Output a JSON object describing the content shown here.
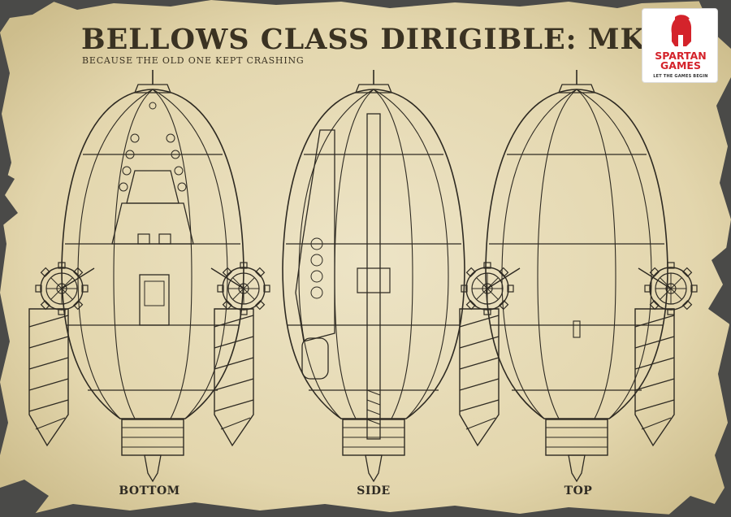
{
  "header": {
    "title": "BELLOWS CLASS DIRIGIBLE: MK II",
    "subtitle": "BECAUSE THE OLD ONE KEPT CRASHING"
  },
  "logo": {
    "name_line1": "SPARTAN",
    "name_line2": "GAMES",
    "tagline": "LET THE GAMES BEGIN",
    "brand_color": "#d4232b"
  },
  "views": [
    {
      "label": "BOTTOM"
    },
    {
      "label": "SIDE"
    },
    {
      "label": "TOP"
    }
  ],
  "colors": {
    "parchment": "#e7dcb8",
    "ink": "#3a3222",
    "background": "#4a4a48"
  }
}
